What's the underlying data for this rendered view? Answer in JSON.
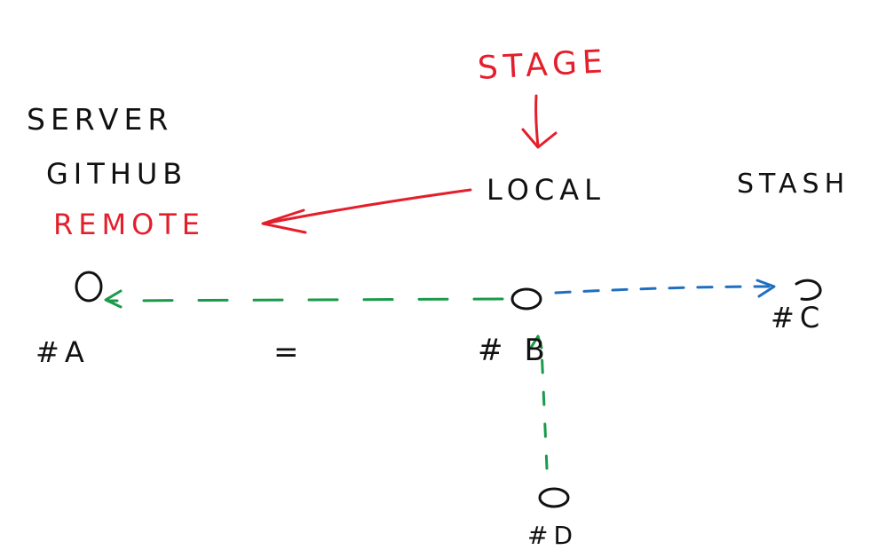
{
  "colors": {
    "ink": "#111111",
    "red": "#e41f2c",
    "green": "#1a9a4a",
    "blue": "#1f6fc0"
  },
  "labels": {
    "stage": "STAGE",
    "server": "SERVER",
    "github": "GITHUB",
    "remote": "REMOTE",
    "local": "LOCAL",
    "stash": "STASH",
    "commit_a": "#A",
    "equals": "=",
    "commit_b": "#B",
    "commit_c": "#C",
    "commit_d": "#D"
  },
  "diagram": {
    "nodes": [
      "remote-commit-a",
      "local-commit-b",
      "stash-commit-c",
      "commit-d"
    ],
    "edges": [
      {
        "from": "stage",
        "to": "local",
        "color": "red",
        "style": "solid"
      },
      {
        "from": "local",
        "to": "remote",
        "color": "red",
        "style": "solid"
      },
      {
        "from": "commit-b",
        "to": "commit-a",
        "color": "green",
        "style": "dashed"
      },
      {
        "from": "commit-b",
        "to": "commit-c",
        "color": "blue",
        "style": "dashed"
      },
      {
        "from": "commit-d",
        "to": "commit-b",
        "color": "green",
        "style": "dashed"
      }
    ]
  }
}
